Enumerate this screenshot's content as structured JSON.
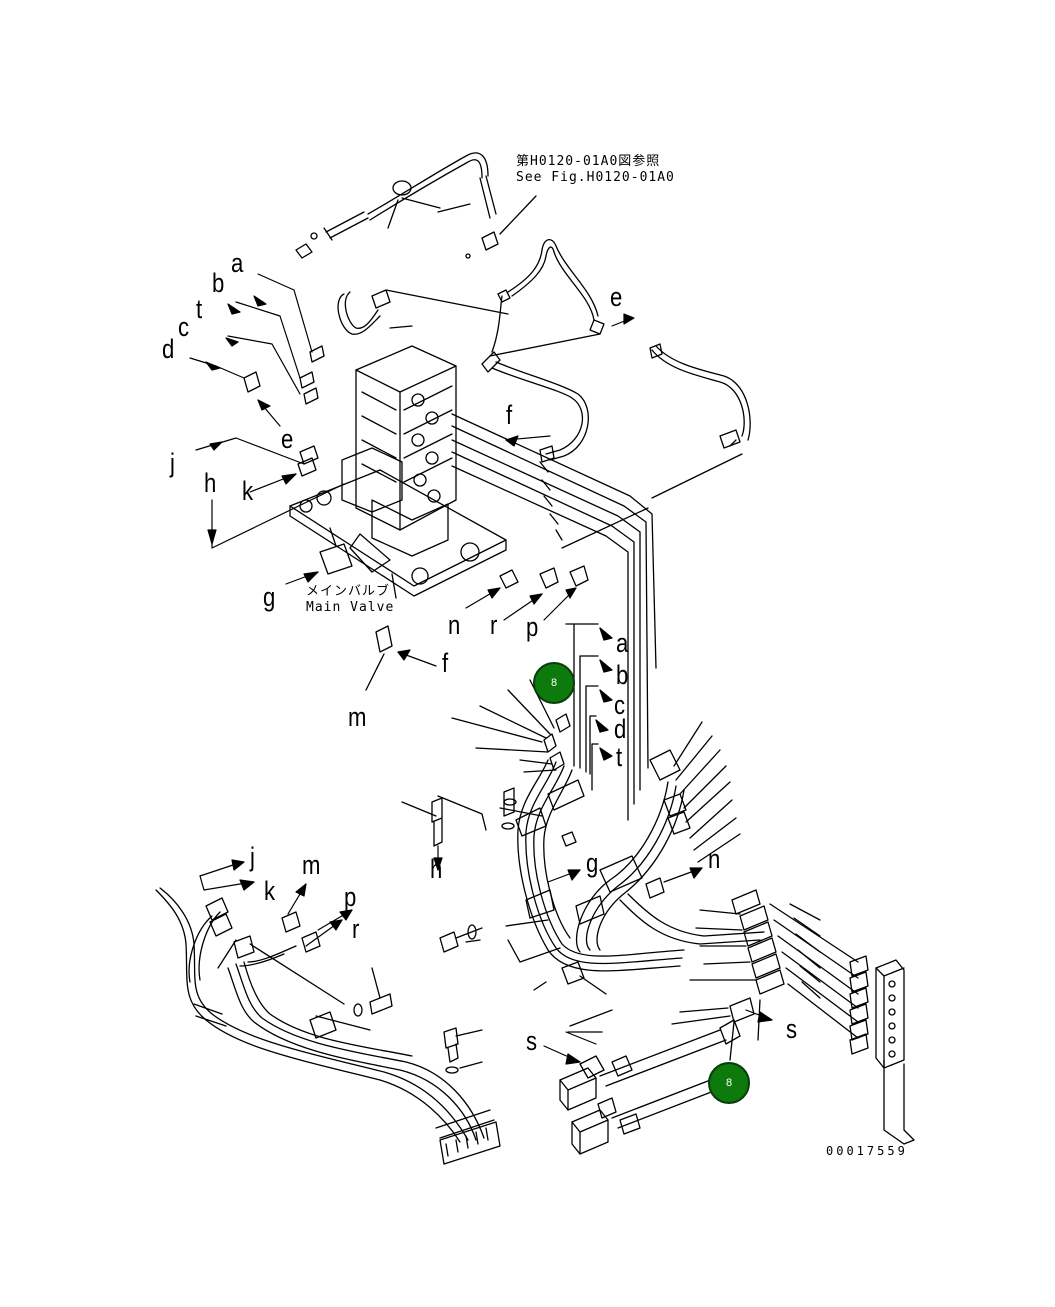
{
  "reference_note": {
    "line1": "第H0120-01A0図参照",
    "line2": "See Fig.H0120-01A0"
  },
  "main_valve_label": {
    "jp": "メインバルブ",
    "en": "Main Valve"
  },
  "drawing_number": "00017559",
  "callouts": [
    {
      "label": "8"
    },
    {
      "label": "8"
    }
  ],
  "letters": {
    "a": "a",
    "b": "b",
    "c": "c",
    "d": "d",
    "e": "e",
    "f": "f",
    "g": "g",
    "h": "h",
    "j": "j",
    "k": "k",
    "m": "m",
    "n": "n",
    "p": "p",
    "r": "r",
    "s": "s",
    "t": "t"
  },
  "colors": {
    "callout_fill": "#0c7a0c",
    "line": "#000000"
  }
}
